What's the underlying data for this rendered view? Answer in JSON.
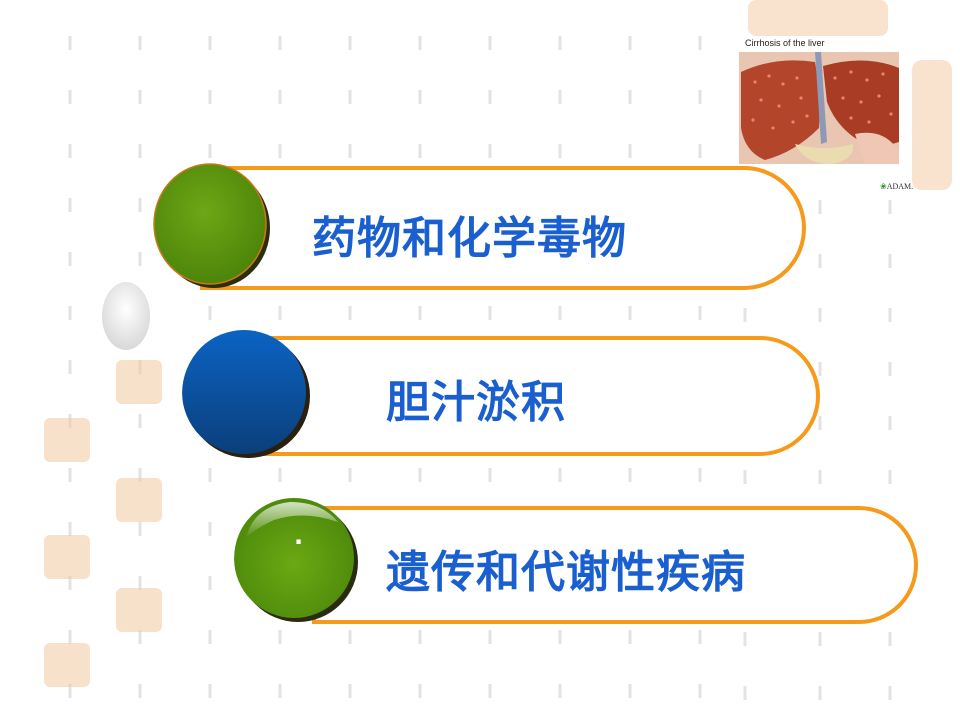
{
  "items": [
    {
      "label": "药物和化学毒物"
    },
    {
      "label": "胆汁淤积"
    },
    {
      "label": "遗传和代谢性疾病",
      "marker": "·"
    }
  ],
  "figure": {
    "caption": "Cirrhosis of the liver",
    "credit": "ADAM."
  },
  "colors": {
    "accent_orange": "#f59a1b",
    "text_blue": "#1a5fd0",
    "circle_green": "#5f9a0e",
    "circle_blue": "#0a57a8"
  }
}
